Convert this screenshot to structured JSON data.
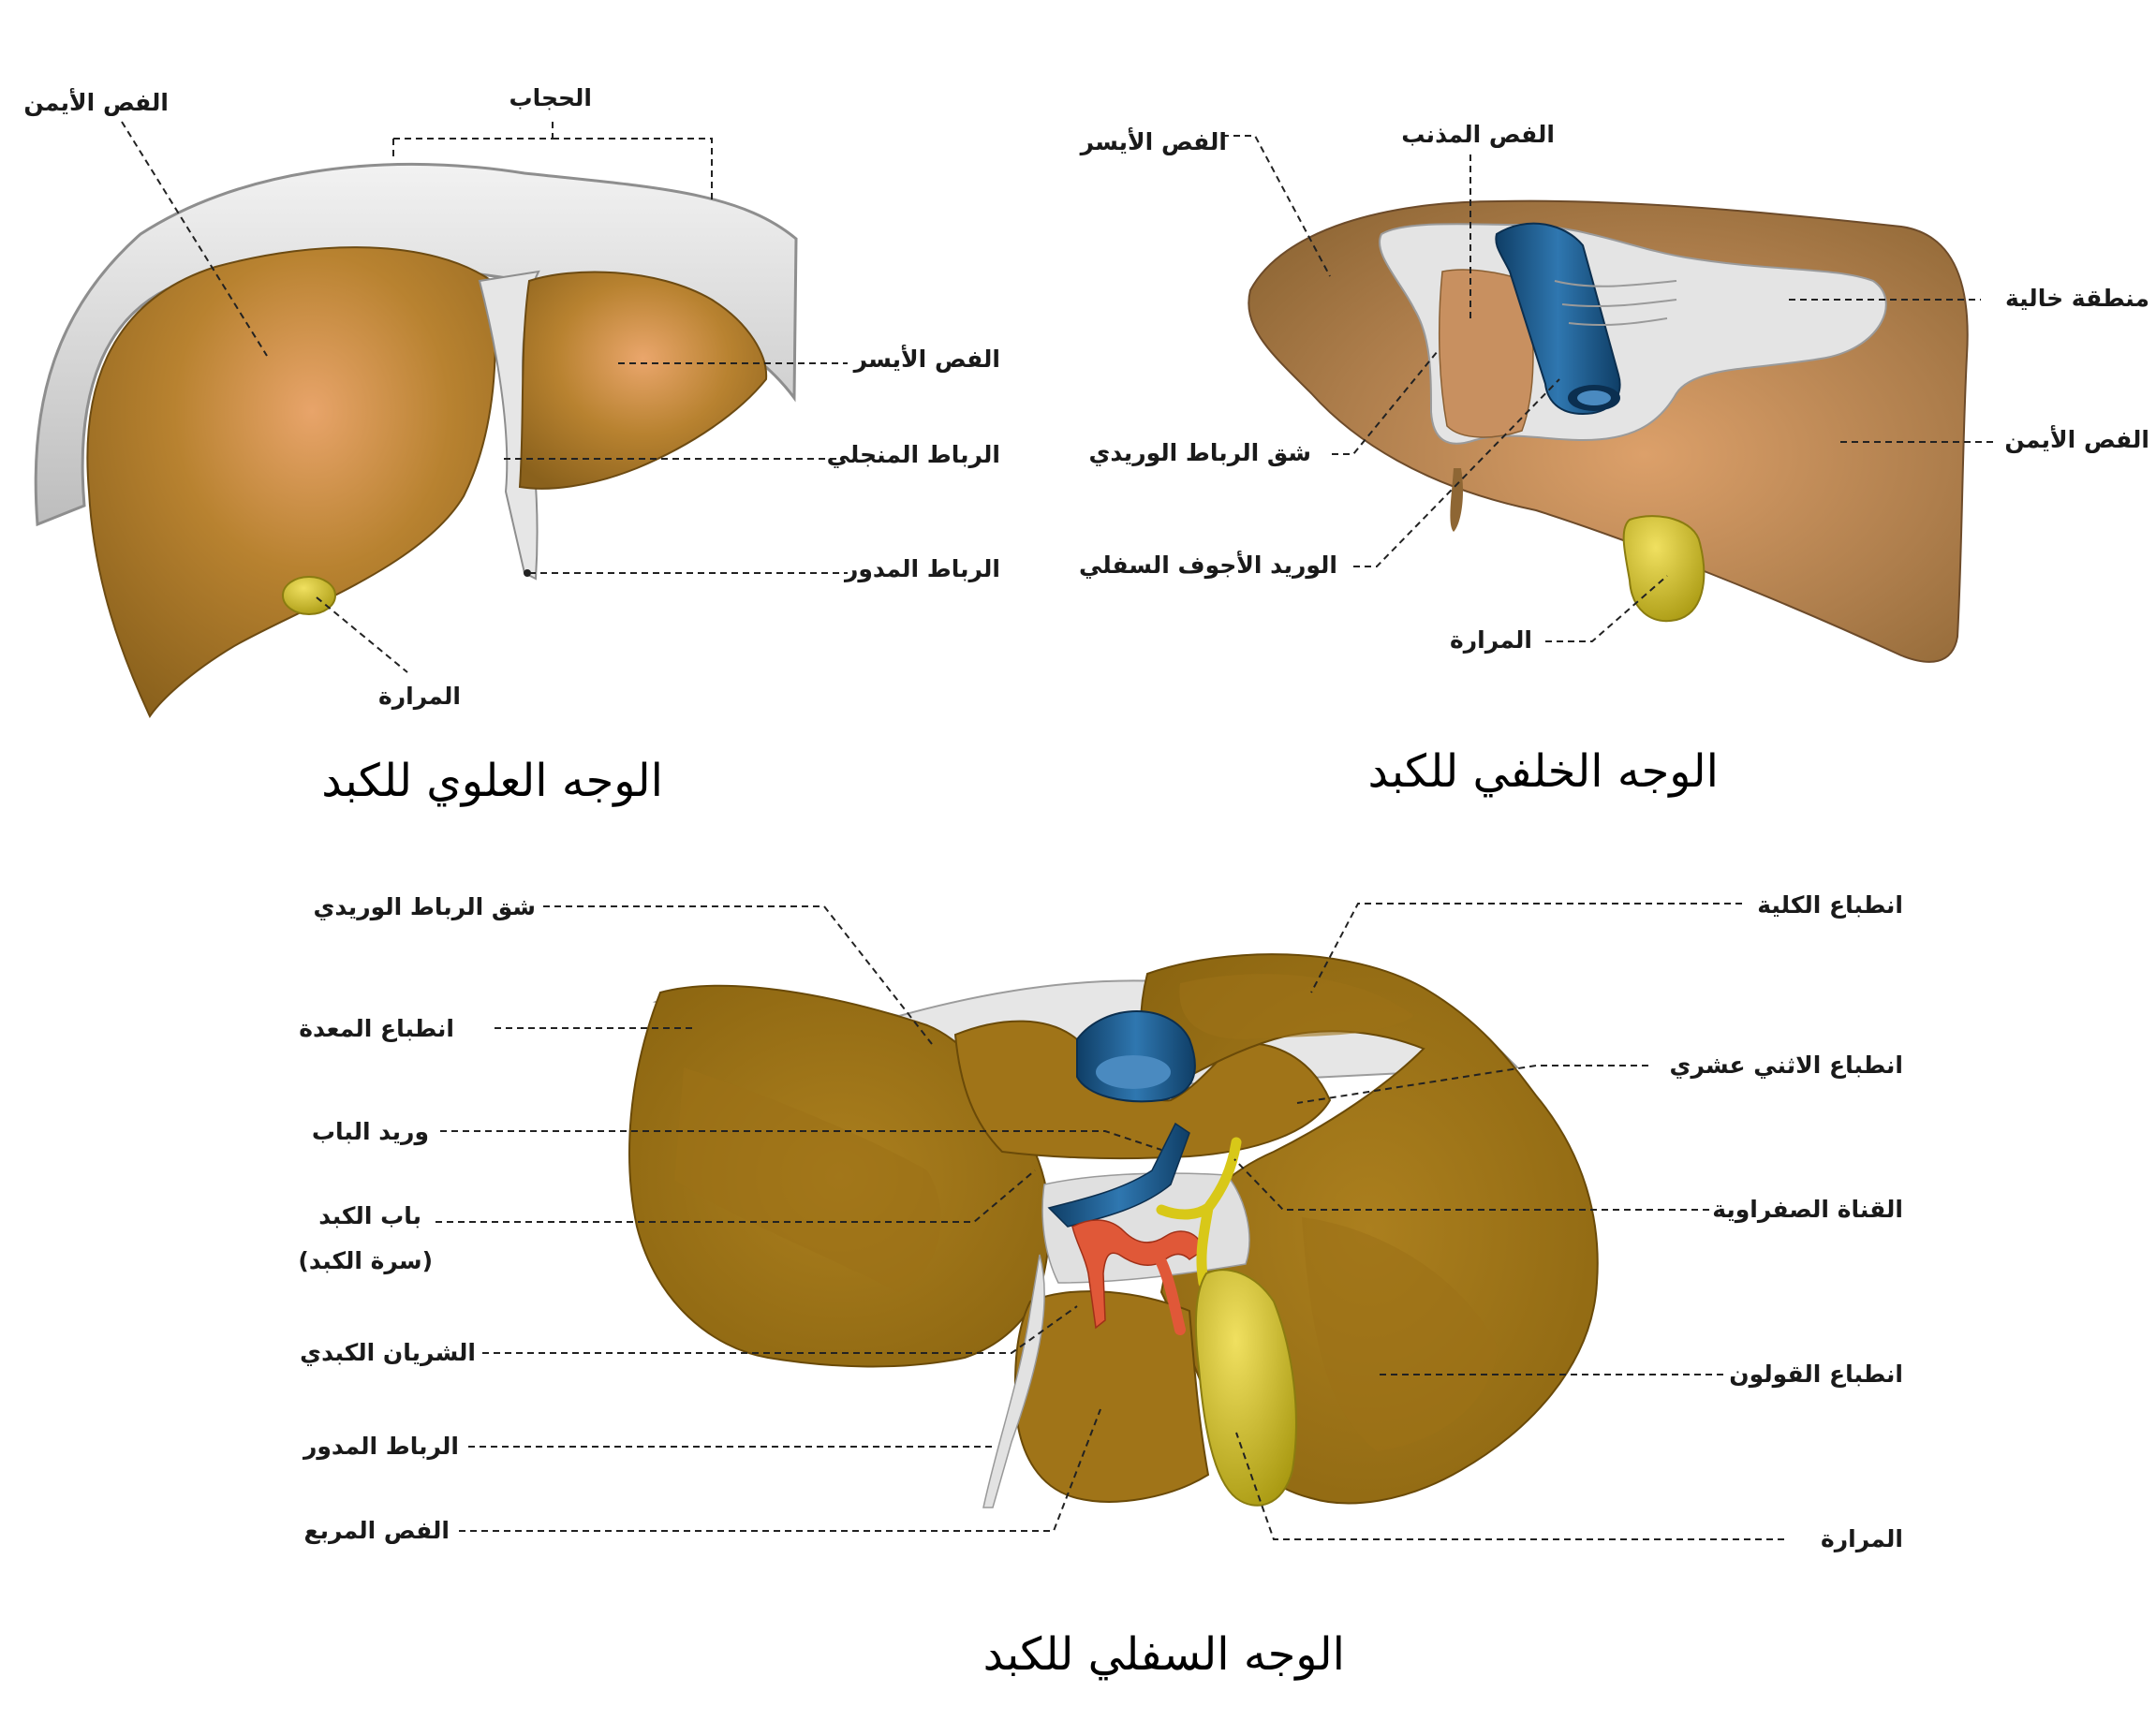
{
  "colors": {
    "liver": "#b07f2c",
    "liver_dark": "#7e5a18",
    "liver_highlight": "#e8a868",
    "posterior_liver": "#a8784a",
    "inferior_liver": "#a57a1a",
    "bare_area": "#e4e4e4",
    "diaphragm": "#d9d9d9",
    "vein_blue": "#1e5c8c",
    "artery_red": "#e05838",
    "gallbladder": "#d4c020",
    "bile_duct": "#d8c818"
  },
  "views": {
    "superior": {
      "caption": "الوجه العلوي للكبد",
      "labels": {
        "right_lobe": "الفص الأيمن",
        "diaphragm": "الحجاب",
        "left_lobe": "الفص الأيسر",
        "falciform": "الرباط المنجلي",
        "round_ligament": "الرباط المدور",
        "gallbladder": "المرارة"
      }
    },
    "posterior": {
      "caption": "الوجه الخلفي للكبد",
      "labels": {
        "left_lobe": "الفص الأيسر",
        "caudate_lobe": "الفص المذنب",
        "bare_area": "منطقة خالية",
        "right_lobe": "الفص الأيمن",
        "venosum_fissure": "شق الرباط الوريدي",
        "ivc": "الوريد الأجوف السفلي",
        "gallbladder": "المرارة"
      }
    },
    "inferior": {
      "caption": "الوجه السفلي للكبد",
      "labels": {
        "venosum_fissure": "شق الرباط الوريدي",
        "gastric_impression": "انطباع المعدة",
        "portal_vein": "وريد الباب",
        "porta_hepatis": "باب الكبد",
        "porta_hepatis_alt": "(سرة الكبد)",
        "hepatic_artery": "الشريان الكبدي",
        "round_ligament": "الرباط المدور",
        "quadrate_lobe": "الفص المربع",
        "renal_impression": "انطباع الكلية",
        "duodenal_impression": "انطباع الاثني عشري",
        "bile_duct": "القناة الصفراوية",
        "colic_impression": "انطباع القولون",
        "gallbladder": "المرارة"
      }
    }
  }
}
